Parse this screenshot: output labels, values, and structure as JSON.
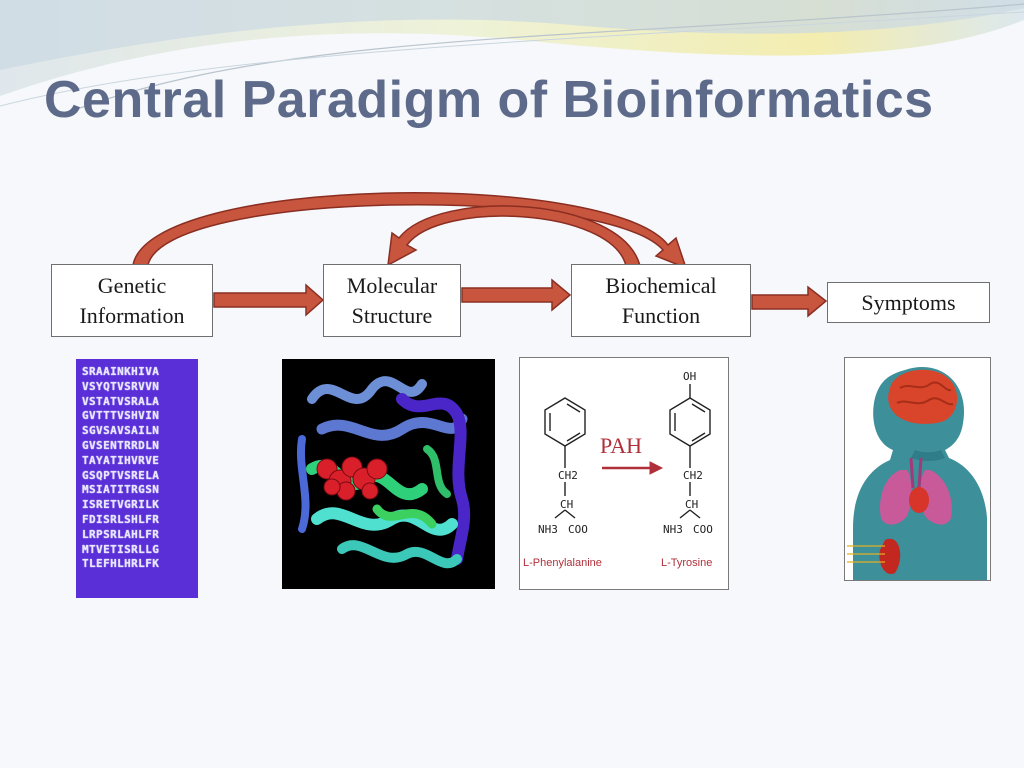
{
  "title": "Central Paradigm of Bioinformatics",
  "boxes": {
    "genetic": [
      "Genetic",
      "Information"
    ],
    "molecular": [
      "Molecular",
      "Structure"
    ],
    "biochemical": [
      "Biochemical",
      "Function"
    ],
    "symptoms": "Symptoms"
  },
  "sequence_lines": [
    "SRAAINKHIVA",
    "VSYQTVSRVVN",
    "VSTATVSRALA",
    "GVTTTVSHVIN",
    "SGVSAVSAILN",
    "GVSENTRRDLN",
    "TAYATIHVRVE",
    "GSQPTVSRELA",
    "MSIATITRGSN",
    "ISRETVGRILK",
    "FDISRLSHLFR",
    "LRPSRLAHLFR",
    "MTVETISRLLG",
    "TLEFHLHRLFK"
  ],
  "chemistry": {
    "enzyme": "PAH",
    "left_label": "L-Phenylalanine",
    "right_label": "L-Tyrosine",
    "oh": "OH",
    "ch2": "CH2",
    "ch": "CH",
    "nh3": "NH3",
    "coo": "COO"
  },
  "colors": {
    "title": "#5d6a8a",
    "arrow_fill": "#c8553e",
    "arrow_stroke": "#8a2e22",
    "sequence_bg": "#5b2fd8",
    "enzyme_text": "#b0303a"
  },
  "icons": {
    "protein": "protein-structure-image",
    "child": "child-anatomy-image"
  }
}
